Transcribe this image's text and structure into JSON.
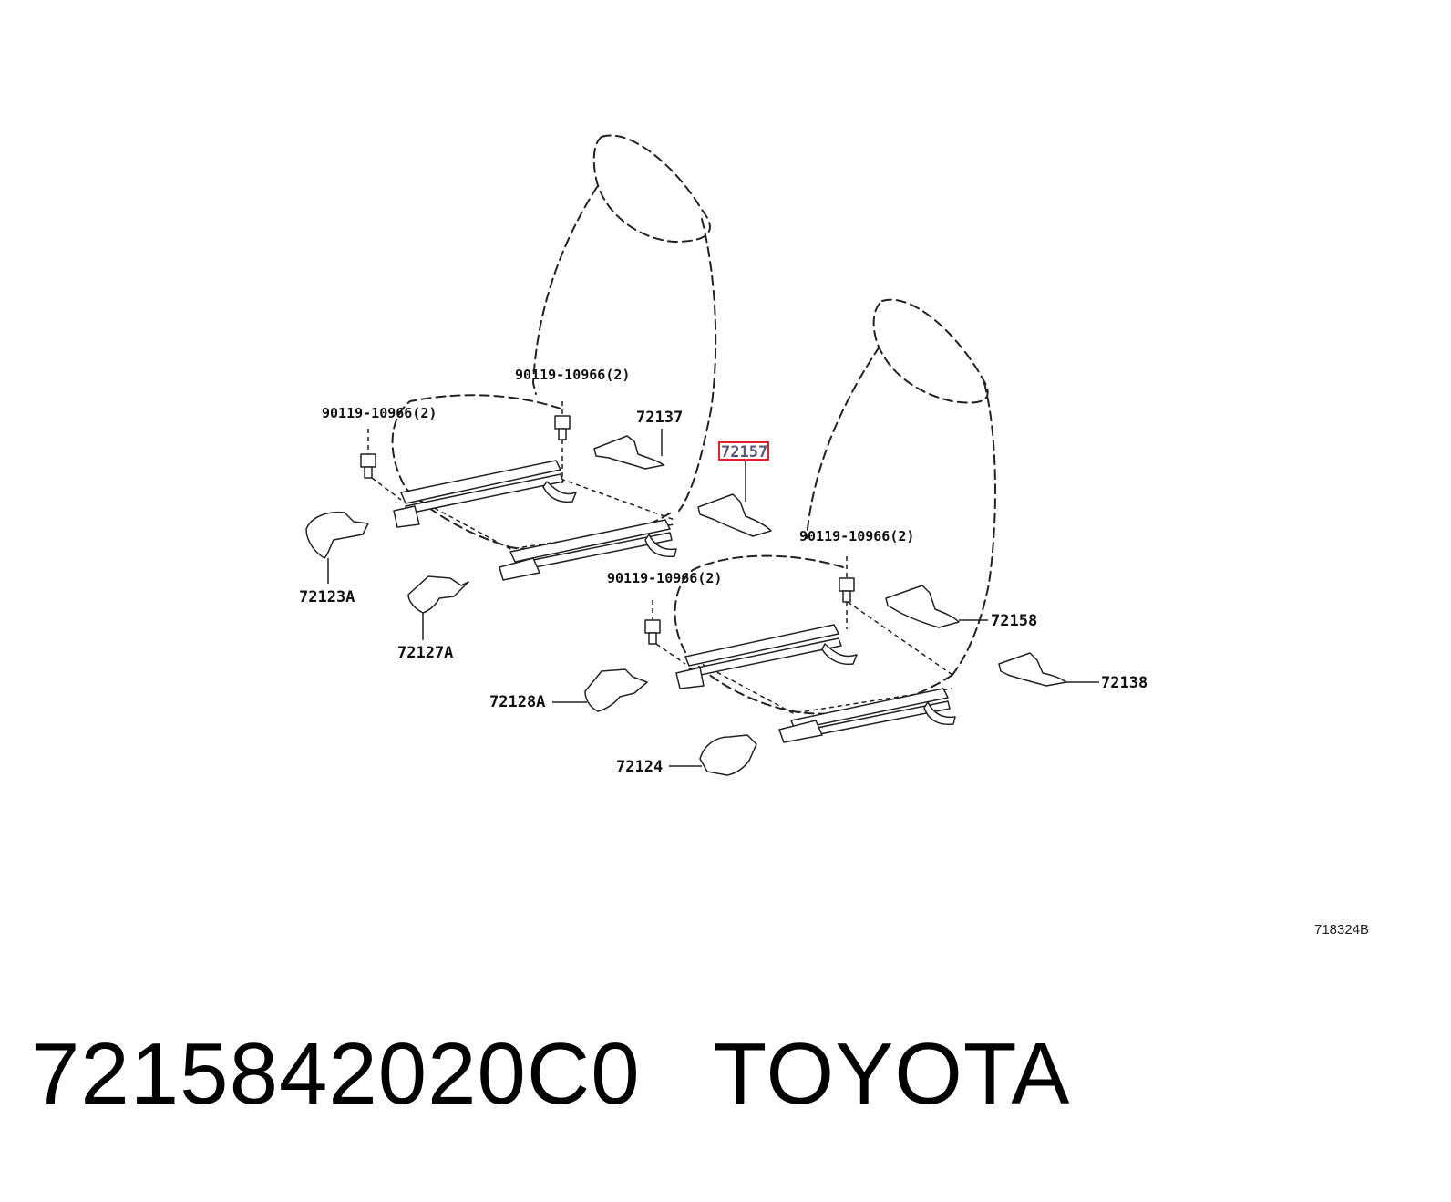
{
  "callouts": {
    "bolt_top_left": "90119-10966(2)",
    "bolt_left": "90119-10966(2)",
    "bolt_right_top": "90119-10966(2)",
    "bolt_right_left": "90119-10966(2)",
    "p72137": "72137",
    "p72157": "72157",
    "p72123a": "72123A",
    "p72127a": "72127A",
    "p72158": "72158",
    "p72138": "72138",
    "p72128a": "72128A",
    "p72124": "72124"
  },
  "highlighted_part": "72157",
  "highlight_color": "#e0232a",
  "diagram_code": "718324B",
  "caption": {
    "part_number": "7215842020C0",
    "brand": "TOYOTA"
  }
}
